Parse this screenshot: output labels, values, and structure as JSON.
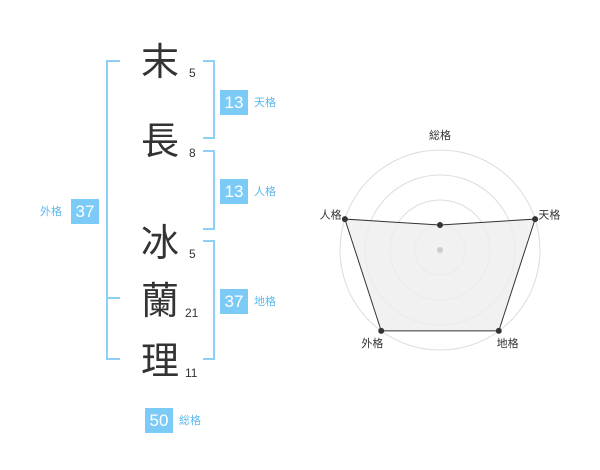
{
  "name": {
    "characters": [
      {
        "char": "末",
        "strokes": "5"
      },
      {
        "char": "長",
        "strokes": "8"
      },
      {
        "char": "冰",
        "strokes": "5"
      },
      {
        "char": "蘭",
        "strokes": "21"
      },
      {
        "char": "理",
        "strokes": "11"
      }
    ]
  },
  "fortune": {
    "tenkaku": {
      "value": "13",
      "label": "天格"
    },
    "jinkaku": {
      "value": "13",
      "label": "人格"
    },
    "chikaku": {
      "value": "37",
      "label": "地格"
    },
    "gaikaku": {
      "value": "37",
      "label": "外格"
    },
    "soukaku": {
      "value": "50",
      "label": "総格"
    }
  },
  "radar": {
    "axes": [
      "総格",
      "天格",
      "地格",
      "外格",
      "人格"
    ],
    "levels": 4,
    "values": [
      1,
      4,
      4,
      4,
      4
    ],
    "max": 4,
    "colors": {
      "grid": "#dddddd",
      "fill": "#eeeeee",
      "stroke": "#333333",
      "point": "#333333",
      "center": "#cccccc"
    }
  }
}
